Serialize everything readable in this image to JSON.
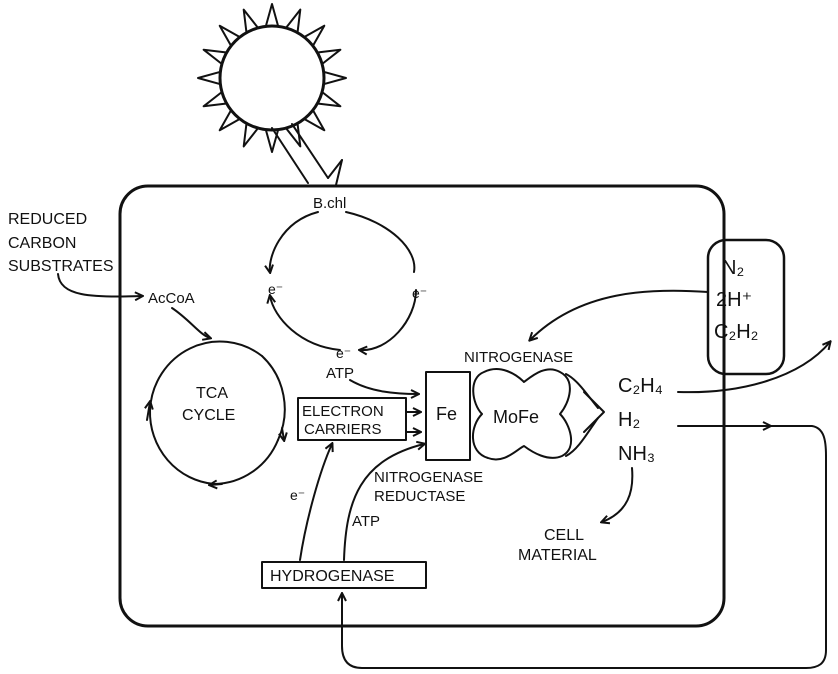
{
  "labels": {
    "bchl": "B.chl",
    "e_left": "e⁻",
    "e_right": "e⁻",
    "e_bottom": "e⁻",
    "atp_top": "ATP",
    "reduced_carbon": [
      "REDUCED",
      "CARBON",
      "SUBSTRATES"
    ],
    "accoa": "AcCoA",
    "tca": [
      "TCA",
      "CYCLE"
    ],
    "electron_carriers": [
      "ELECTRON",
      "CARRIERS"
    ],
    "fe": "Fe",
    "mofe": "MoFe",
    "nitrogenase": "NITROGENASE",
    "nitrogenase_reductase": [
      "NITROGENASE",
      "REDUCTASE"
    ],
    "e_hydrogenase": "e⁻",
    "atp_hydrogenase": "ATP",
    "hydrogenase": "HYDROGENASE",
    "substrates_box": {
      "n2": "N₂",
      "h": "2H⁺",
      "c2h2": "C₂H₂"
    },
    "products": {
      "c2h4": "C₂H₄",
      "h2": "H₂",
      "nh3": "NH₃"
    },
    "cell_material": [
      "CELL",
      "MATERIAL"
    ]
  }
}
